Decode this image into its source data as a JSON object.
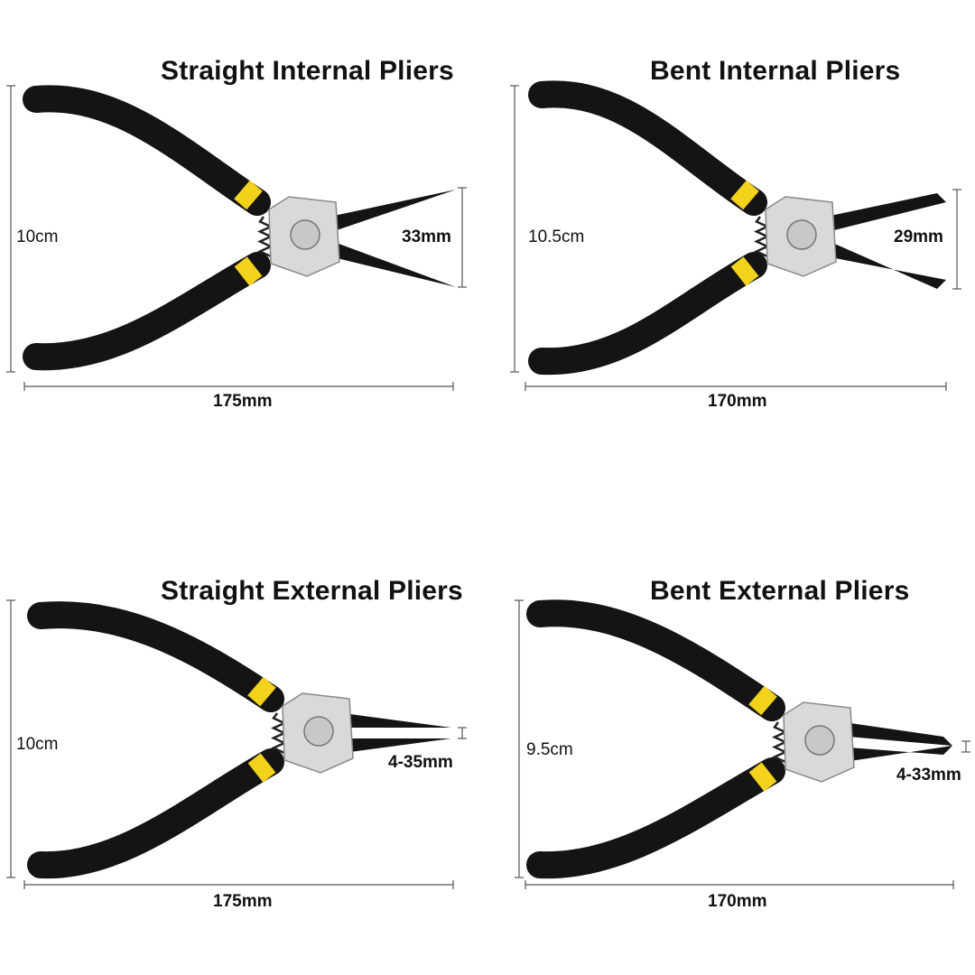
{
  "panels": [
    {
      "title": "Straight Internal Pliers",
      "height": "10cm",
      "length": "175mm",
      "jaw": "33mm"
    },
    {
      "title": "Bent Internal Pliers",
      "height": "10.5cm",
      "length": "170mm",
      "jaw": "29mm"
    },
    {
      "title": "Straight External Pliers",
      "height": "10cm",
      "length": "175mm",
      "jaw": "4-35mm"
    },
    {
      "title": "Bent External Pliers",
      "height": "9.5cm",
      "length": "170mm",
      "jaw": "4-33mm"
    }
  ],
  "colors": {
    "handle": "#141414",
    "grip_band": "#f2d21b",
    "joint": "#d9d9d9",
    "dimension_line": "#555555"
  }
}
